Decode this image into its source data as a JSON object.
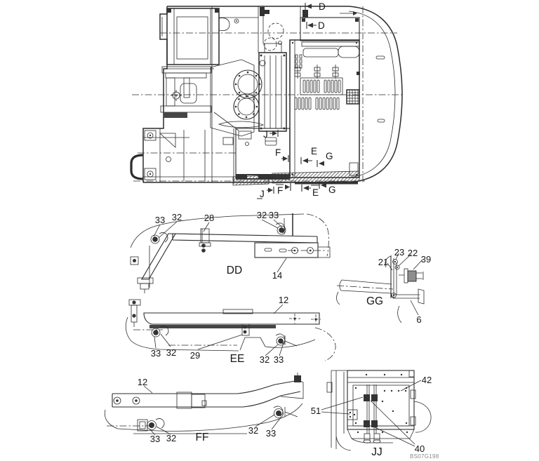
{
  "figure": {
    "code": "BS07G198",
    "background_color": "#ffffff",
    "line_color": "#2b2b2b"
  },
  "top_view": {
    "markers": {
      "d_top": "D",
      "d_inner": "D",
      "j_mid": "J",
      "f_inner": "F",
      "e_inner": "E",
      "g_inner": "G",
      "j_bottom": "J",
      "f_bottom": "F",
      "e_bottom": "E",
      "g_bottom": "G"
    }
  },
  "views": {
    "dd": {
      "title": "DD",
      "callouts": {
        "c33_left": "33",
        "c32_left": "32",
        "c28": "28",
        "c32_right": "32",
        "c33_right": "33",
        "c14": "14"
      }
    },
    "ee": {
      "title": "EE",
      "callouts": {
        "c12": "12",
        "c33_left": "33",
        "c32_left": "32",
        "c29": "29",
        "c32_right": "32",
        "c33_right": "33"
      }
    },
    "ff": {
      "title": "FF",
      "callouts": {
        "c12": "12",
        "c33_left": "33",
        "c32_left": "32",
        "c32_right": "32",
        "c33_right": "33"
      }
    },
    "gg": {
      "title": "GG",
      "callouts": {
        "c21": "21",
        "c23": "23",
        "c22": "22",
        "c39": "39",
        "c6": "6"
      }
    },
    "jj": {
      "title": "JJ",
      "callouts": {
        "c51": "51",
        "c42": "42",
        "c40": "40"
      }
    }
  }
}
